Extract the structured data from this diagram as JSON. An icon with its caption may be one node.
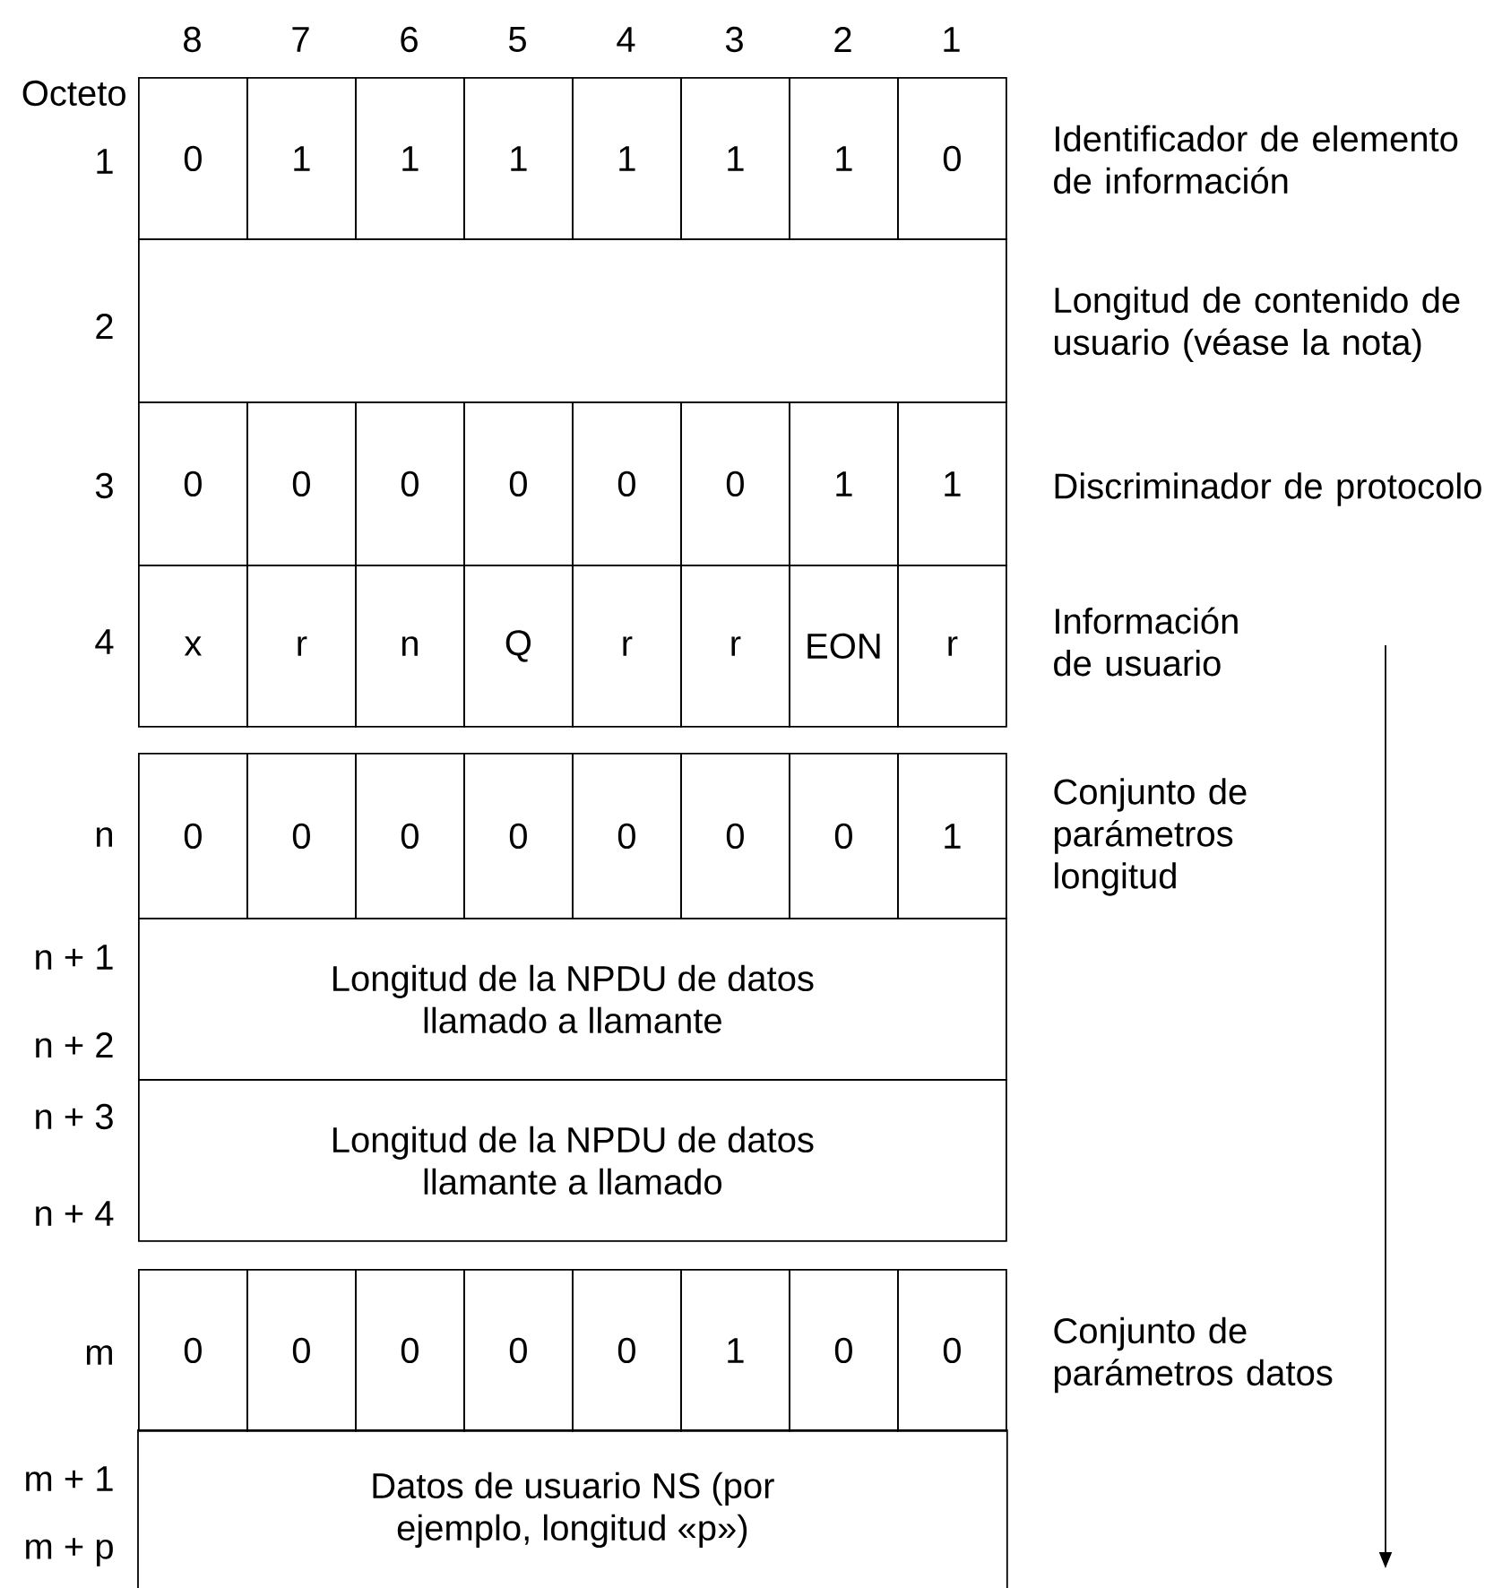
{
  "diagram": {
    "nodes": [
      {
        "text": [
          "0"
        ]
      },
      {
        "text": [
          "1"
        ]
      },
      {
        "text": [
          "1"
        ]
      },
      {
        "text": [
          "1"
        ]
      },
      {
        "text": [
          "1"
        ]
      },
      {
        "text": [
          "1"
        ]
      },
      {
        "text": [
          "1"
        ]
      },
      {
        "text": [
          "0"
        ]
      },
      {
        "text": [],
        "shape": "box"
      },
      {
        "text": [
          "0"
        ]
      },
      {
        "text": [
          "0"
        ]
      },
      {
        "text": [
          "0"
        ]
      },
      {
        "text": [
          "0"
        ]
      },
      {
        "text": [
          "0"
        ]
      },
      {
        "text": [
          "0"
        ]
      },
      {
        "text": [
          "1"
        ]
      },
      {
        "text": [
          "1"
        ]
      },
      {
        "text": [
          "x"
        ]
      },
      {
        "text": [
          "r"
        ]
      },
      {
        "text": [
          "n"
        ]
      },
      {
        "text": [
          "Q"
        ]
      },
      {
        "text": [
          "r"
        ]
      },
      {
        "text": [
          "r"
        ]
      },
      {
        "text": [
          "EON"
        ]
      },
      {
        "text": [
          "r"
        ]
      },
      {
        "text": [
          "0"
        ]
      },
      {
        "text": [
          "0"
        ]
      },
      {
        "text": [
          "0"
        ]
      },
      {
        "text": [
          "0"
        ]
      },
      {
        "text": [
          "0"
        ]
      },
      {
        "text": [
          "0"
        ]
      },
      {
        "text": [
          "0"
        ]
      },
      {
        "text": [
          "1"
        ]
      },
      {
        "text": [
          "Longitud de la NPDU de datos llamado a llamante"
        ]
      },
      {
        "text": [
          "Longitud de la NPDU de datos llamante a llamado"
        ]
      },
      {
        "text": [
          "0"
        ]
      },
      {
        "text": [
          "0"
        ]
      },
      {
        "text": [
          "0"
        ]
      },
      {
        "text": [
          "0"
        ]
      },
      {
        "text": [
          "0"
        ]
      },
      {
        "text": [
          "1"
        ]
      },
      {
        "text": [
          "0"
        ]
      },
      {
        "text": [
          "0"
        ]
      },
      {
        "text": [
          "Datos de usuario NS (por ejemplo, longitud «p»)"
        ]
      }
    ],
    "labels": [
      "8",
      "7",
      "6",
      "5",
      "4",
      "3",
      "2",
      "1",
      "Octeto",
      "1",
      "Identificador de elemento de información",
      "2",
      "Longitud de contenido de usuario (véase la nota)",
      "3",
      "Discriminador de protocolo",
      "4",
      "Información de usuario",
      "n",
      "Conjunto de parámetros longitud",
      "n + 1",
      "n + 2",
      "n + 3",
      "n + 4",
      "m",
      "Conjunto de parámetros datos",
      "m + 1",
      "m + p"
    ]
  }
}
